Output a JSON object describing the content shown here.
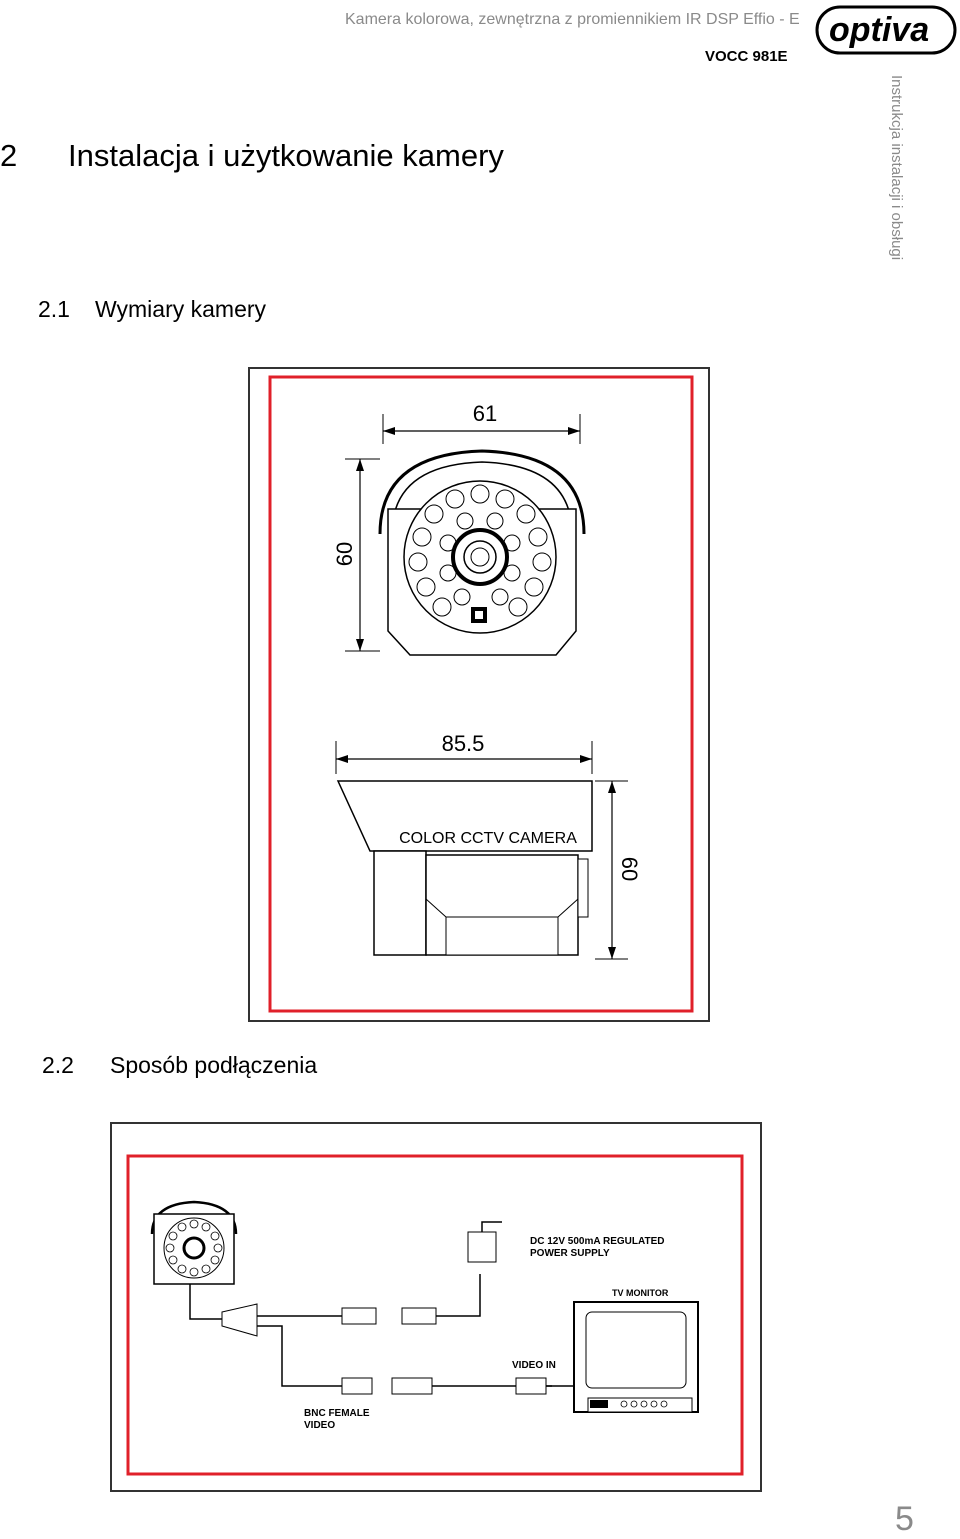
{
  "header": {
    "title": "Kamera kolorowa, zewnętrzna z promiennikiem IR DSP Effio - E",
    "model": "VOCC 981E",
    "logo_text": "optiva",
    "side_text": "Instrukcja instalacji i obsługi"
  },
  "section": {
    "number": "2",
    "title": "Instalacja i użytkowanie kamery"
  },
  "subsections": [
    {
      "number": "2.1",
      "title": "Wymiary kamery"
    },
    {
      "number": "2.2",
      "title": "Sposób podłączenia"
    }
  ],
  "figure1": {
    "dim_width": "61",
    "dim_height": "60",
    "dim_depth": "85.5",
    "dim_height_side": "60",
    "body_label": "COLOR CCTV CAMERA"
  },
  "figure2": {
    "power_label_1": "DC 12V 500mA REGULATED",
    "power_label_2": "POWER SUPPLY",
    "monitor_label": "TV   MONITOR",
    "video_in_label": "VIDEO IN",
    "bnc_label_1": "BNC FEMALE",
    "bnc_label_2": "VIDEO"
  },
  "colors": {
    "frame_red": "#e0202a",
    "header_gray": "#8a8a8a"
  },
  "page_number": "5"
}
